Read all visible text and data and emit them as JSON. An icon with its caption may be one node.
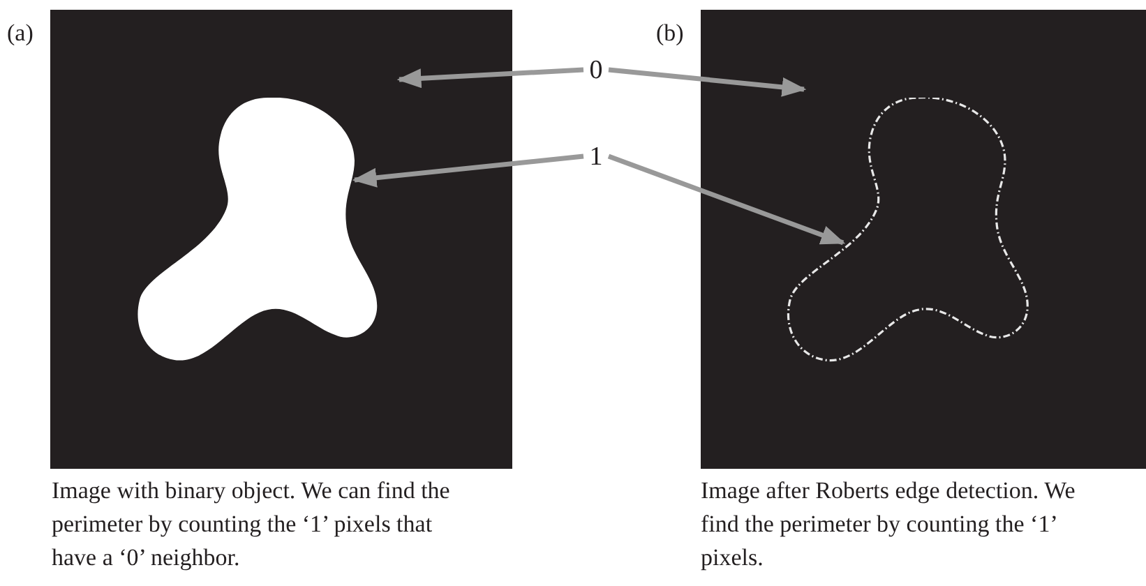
{
  "diagram": {
    "nodes": [
      {
        "text": [],
        "shape": "picture"
      },
      {
        "text": [],
        "shape": "picture"
      },
      {
        "text": [
          "0"
        ]
      },
      {
        "text": [
          "1"
        ]
      },
      {
        "text": [],
        "shape": "picture",
        "in": 0
      },
      {
        "text": [],
        "shape": "picture",
        "in": 1
      }
    ],
    "edges": [
      {
        "from": 2,
        "to": 0,
        "arrow": "to"
      },
      {
        "from": 2,
        "to": 1,
        "arrow": "to"
      },
      {
        "from": 3,
        "to": 4,
        "arrow": "to"
      },
      {
        "from": 3,
        "to": 5,
        "arrow": "to"
      }
    ],
    "labels": [
      "(a)",
      "(b)",
      "Image with binary object. We can find the perimeter by counting the ‘1’ pixels that have a ‘0’ neighbor.",
      "Image after Roberts edge detection. We find the perimeter by counting the ‘1’ pixels."
    ]
  }
}
